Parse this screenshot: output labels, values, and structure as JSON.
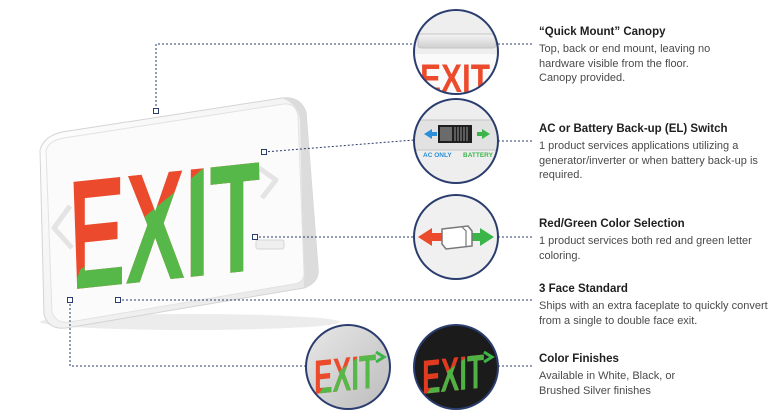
{
  "features": [
    {
      "title": "“Quick Mount” Canopy",
      "desc": "Top, back or end mount, leaving no hardware visible from the floor. Canopy provided."
    },
    {
      "title": "AC or Battery Back-up (EL) Switch",
      "desc": "1 product services applications utilizing a generator/inverter or when battery back-up is required."
    },
    {
      "title": "Red/Green Color Selection",
      "desc": "1 product services both red and green letter coloring."
    },
    {
      "title": "3 Face Standard",
      "desc": "Ships with an extra faceplate to quickly convert from a single to double face exit."
    },
    {
      "title": "Color Finishes",
      "desc": "Available in White, Black, or Brushed Silver finishes"
    }
  ],
  "sign": {
    "text": "EXIT",
    "red": "#ec4a2c",
    "green": "#57b84a"
  },
  "switch_labels": {
    "ac": "AC ONLY",
    "battery": "BATTERY"
  },
  "colors": {
    "callout_circle": "#2a3d6e",
    "leader_line": "#2a3d6e",
    "title_text": "#1e1e1e",
    "body_text": "#4a4a4a"
  }
}
